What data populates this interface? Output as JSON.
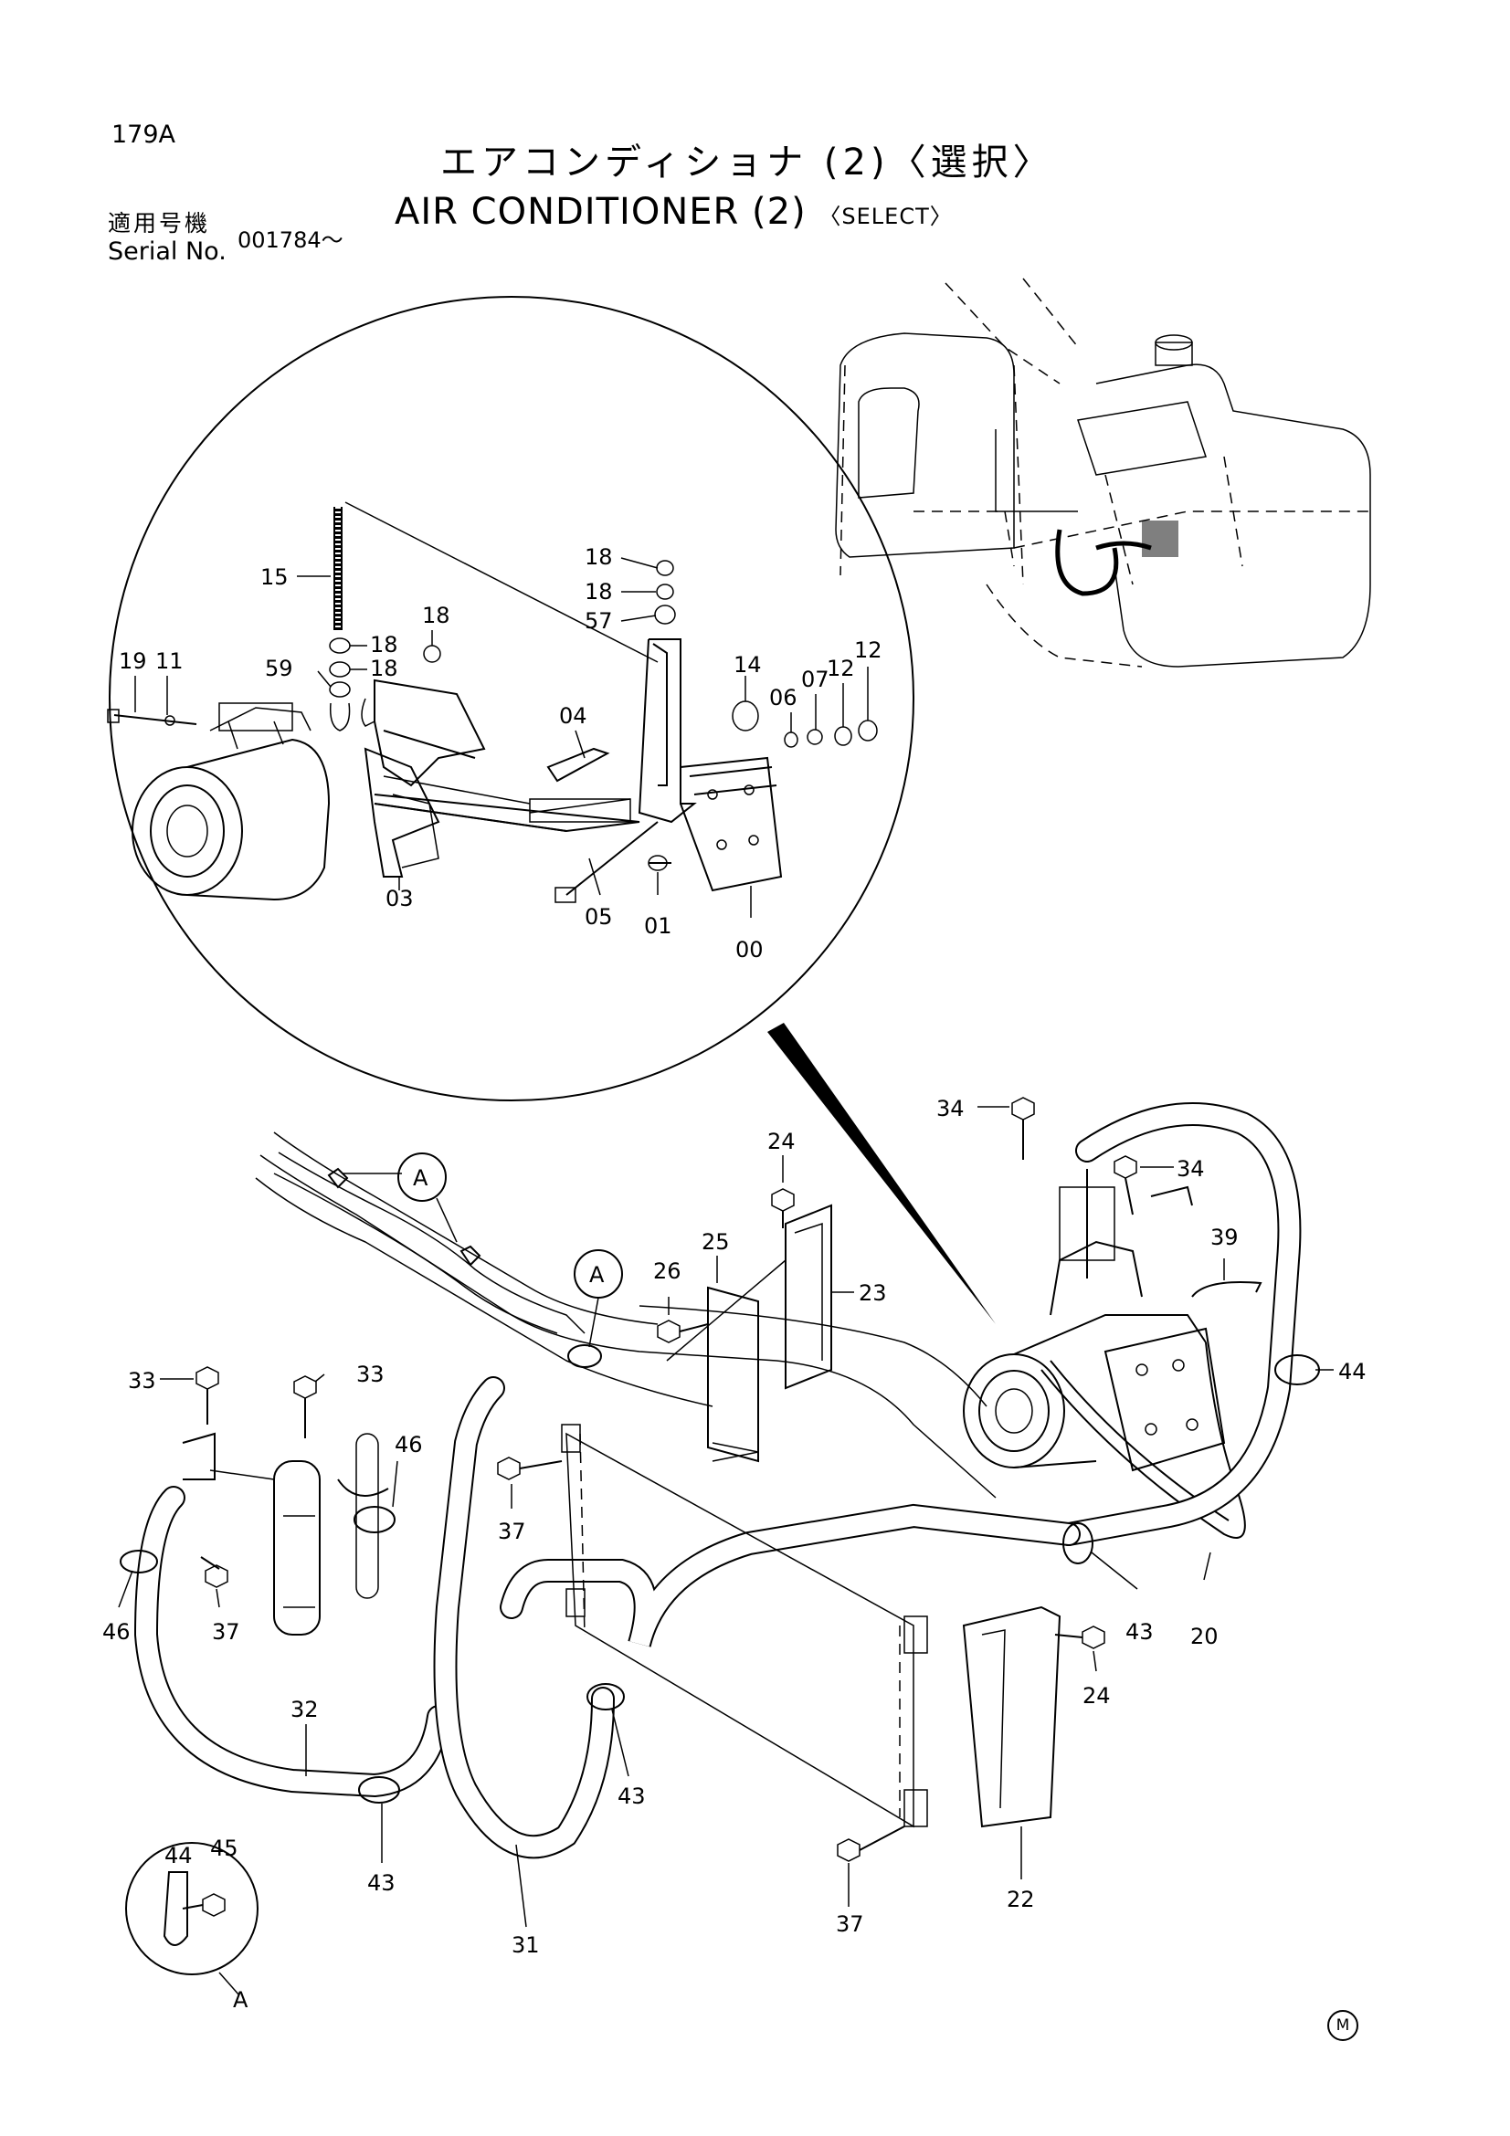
{
  "header": {
    "page_number": "179A",
    "title_jp": "エアコンディショナ (2)〈選択〉",
    "title_en": "AIR CONDITIONER (2)",
    "title_en_select": "〈SELECT〉",
    "serial_label_jp": "適用号機",
    "serial_label_en": "Serial No.",
    "serial_value": "001784～"
  },
  "callouts": {
    "c15": "15",
    "c18a": "18",
    "c18b": "18",
    "c57": "57",
    "c18c": "18",
    "c18d": "18",
    "c18e": "18",
    "c59": "59",
    "c19": "19",
    "c11": "11",
    "c14": "14",
    "c06": "06",
    "c07": "07",
    "c12a": "12",
    "c12b": "12",
    "c04": "04",
    "c03": "03",
    "c05": "05",
    "c01": "01",
    "c00": "00",
    "c34a": "34",
    "c34b": "34",
    "c24a": "24",
    "c25": "25",
    "c23": "23",
    "c26": "26",
    "c39": "39",
    "c44a": "44",
    "c33a": "33",
    "c33b": "33",
    "c46a": "46",
    "c37a": "37",
    "c46b": "46",
    "c37b": "37",
    "c43a": "43",
    "c20": "20",
    "c24b": "24",
    "c32": "32",
    "c43b": "43",
    "c43c": "43",
    "c22": "22",
    "c37c": "37",
    "c31": "31",
    "c44b": "44",
    "c45": "45",
    "cA1": "A",
    "cA2": "A",
    "cA3": "A"
  },
  "footer": {
    "mark": "M"
  }
}
